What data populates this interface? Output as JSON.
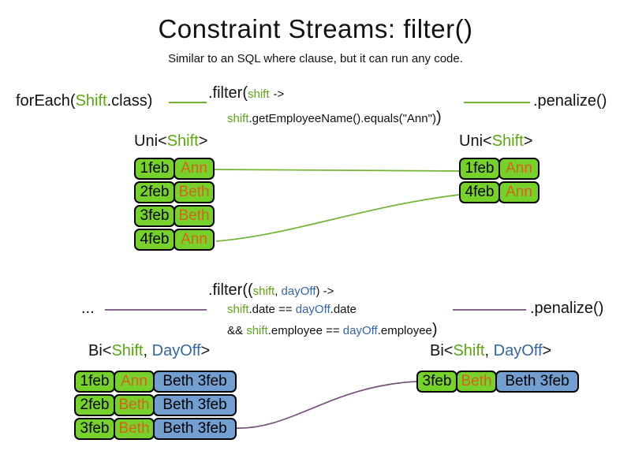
{
  "title": "Constraint Streams: filter()",
  "subtitle": "Similar to an SQL where clause, but it can run any code.",
  "colors": {
    "box_green": "#76D22B",
    "box_blue": "#729FCF",
    "code_green": "#5CA70D",
    "code_blue": "#3465A4",
    "name_orange": "#D4641C",
    "line_green": "#72B332",
    "line_purple": "#75507B"
  },
  "code_top": {
    "foreach_open": "forEach(",
    "foreach_type": "Shift",
    "foreach_close": ".class)",
    "filter_open": ".filter(",
    "filter_param": "shift",
    "filter_arrow": "->",
    "body_param": "shift",
    "body_expr": ".getEmployeeName().equals(\"Ann\")",
    "body_close": ")",
    "penalize": ".penalize()"
  },
  "code_mid": {
    "ellipsis": "...",
    "filter_open": ".filter((",
    "param1": "shift",
    "comma": ", ",
    "param2": "dayOff",
    "arrow": ") ->",
    "l2_param1": "shift",
    "l2_op": ".date == ",
    "l2_param2": "dayOff",
    "l2_end": ".date",
    "l3_and": "&& ",
    "l3_param1": "shift",
    "l3_op": ".employee == ",
    "l3_param2": "dayOff",
    "l3_end": ".employee",
    "l3_close": ")",
    "penalize": ".penalize()"
  },
  "uni_label": {
    "open": "Uni<",
    "type": "Shift",
    "close": ">"
  },
  "bi_label": {
    "open": "Bi<",
    "type1": "Shift",
    "comma": ", ",
    "type2": "DayOff",
    "close": ">"
  },
  "uni_left": {
    "rows": [
      {
        "date": "1feb",
        "name": "Ann"
      },
      {
        "date": "2feb",
        "name": "Beth"
      },
      {
        "date": "3feb",
        "name": "Beth"
      },
      {
        "date": "4feb",
        "name": "Ann"
      }
    ]
  },
  "uni_right": {
    "rows": [
      {
        "date": "1feb",
        "name": "Ann"
      },
      {
        "date": "4feb",
        "name": "Ann"
      }
    ]
  },
  "bi_left": {
    "rows": [
      {
        "date": "1feb",
        "name": "Ann",
        "pair": "Beth 3feb"
      },
      {
        "date": "2feb",
        "name": "Beth",
        "pair": "Beth 3feb"
      },
      {
        "date": "3feb",
        "name": "Beth",
        "pair": "Beth 3feb"
      }
    ]
  },
  "bi_right": {
    "rows": [
      {
        "date": "3feb",
        "name": "Beth",
        "pair": "Beth 3feb"
      }
    ]
  }
}
